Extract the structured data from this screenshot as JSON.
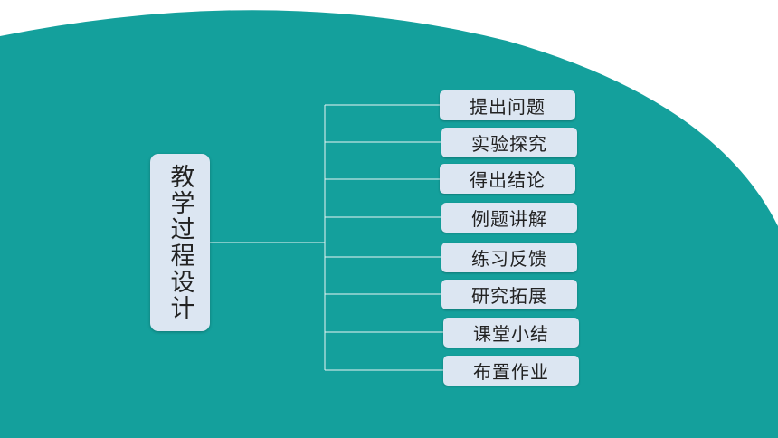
{
  "colors": {
    "teal": "#14a09c",
    "box_fill": "#dce6f2",
    "line": "#e8f4f4"
  },
  "diagram": {
    "root_label": "教学过程设计",
    "steps": [
      "提出问题",
      "实验探究",
      "得出结论",
      "例题讲解",
      "练习反馈",
      "研究拓展",
      "课堂小结",
      "布置作业"
    ]
  }
}
